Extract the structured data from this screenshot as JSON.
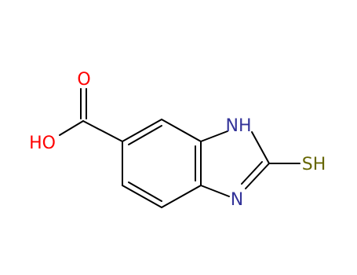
{
  "molecule": {
    "atoms": {
      "carbonyl_oxygen": {
        "text": "O",
        "color": "#ff0000"
      },
      "hydroxyl": {
        "text": "HO",
        "color": "#ff0000"
      },
      "amine_nh": {
        "text": "NH",
        "color": "#333399"
      },
      "imine_n": {
        "text": "N",
        "color": "#333399"
      },
      "thiol_sh": {
        "text": "SH",
        "color": "#666600"
      }
    },
    "bond_color": "#000000"
  }
}
